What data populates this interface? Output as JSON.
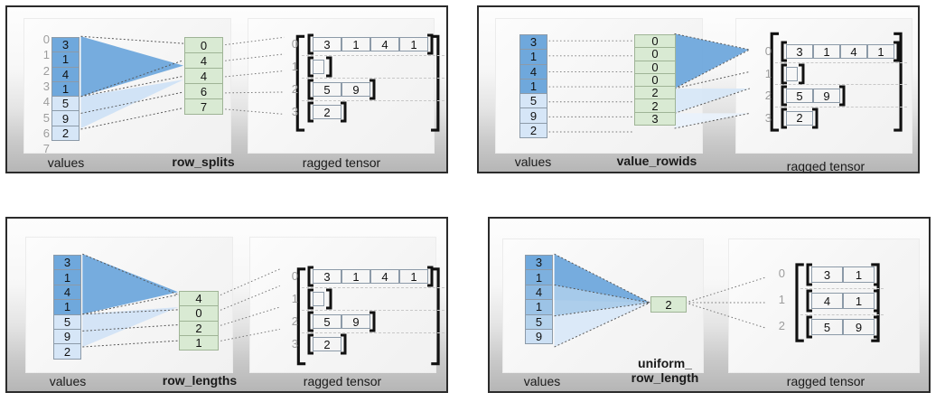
{
  "figure": {
    "caption_values": "values",
    "caption_ragged": "ragged tensor"
  },
  "panels": [
    {
      "id": "row-splits",
      "partition_label": "row_splits",
      "values_label": "values",
      "ragged_label": "ragged tensor",
      "values": [
        3,
        1,
        4,
        1,
        5,
        9,
        2
      ],
      "value_shades": [
        "dark",
        "dark",
        "dark",
        "dark",
        "light",
        "light",
        "light"
      ],
      "value_index_labels": [
        "0",
        "1",
        "2",
        "3",
        "4",
        "5",
        "6",
        "7"
      ],
      "partition_values": [
        0,
        4,
        4,
        6,
        7
      ],
      "ragged_rows": [
        {
          "index": "0",
          "cells": [
            3,
            1,
            4,
            1
          ],
          "shade": "dark"
        },
        {
          "index": "1",
          "cells": [],
          "shade": "light"
        },
        {
          "index": "2",
          "cells": [
            5,
            9
          ],
          "shade": "light"
        },
        {
          "index": "3",
          "cells": [
            2
          ],
          "shade": "light"
        }
      ]
    },
    {
      "id": "value-rowids",
      "partition_label": "value_rowids",
      "values_label": "values",
      "ragged_label": "ragged tensor",
      "values": [
        3,
        1,
        4,
        1,
        5,
        9,
        2
      ],
      "value_shades": [
        "dark",
        "dark",
        "dark",
        "dark",
        "light",
        "light",
        "light"
      ],
      "value_index_labels": [],
      "partition_values": [
        0,
        0,
        0,
        0,
        2,
        2,
        3
      ],
      "ragged_rows": [
        {
          "index": "0",
          "cells": [
            3,
            1,
            4,
            1
          ],
          "shade": "dark"
        },
        {
          "index": "1",
          "cells": [],
          "shade": "light"
        },
        {
          "index": "2",
          "cells": [
            5,
            9
          ],
          "shade": "light"
        },
        {
          "index": "3",
          "cells": [
            2
          ],
          "shade": "light"
        }
      ]
    },
    {
      "id": "row-lengths",
      "partition_label": "row_lengths",
      "values_label": "values",
      "ragged_label": "ragged tensor",
      "values": [
        3,
        1,
        4,
        1,
        5,
        9,
        2
      ],
      "value_shades": [
        "dark",
        "dark",
        "dark",
        "dark",
        "light",
        "light",
        "light"
      ],
      "value_index_labels": [],
      "partition_values": [
        4,
        0,
        2,
        1
      ],
      "ragged_rows": [
        {
          "index": "0",
          "cells": [
            3,
            1,
            4,
            1
          ],
          "shade": "dark"
        },
        {
          "index": "1",
          "cells": [],
          "shade": "light"
        },
        {
          "index": "2",
          "cells": [
            5,
            9
          ],
          "shade": "light"
        },
        {
          "index": "3",
          "cells": [
            2
          ],
          "shade": "light"
        }
      ]
    },
    {
      "id": "uniform-row-length",
      "partition_label": "uniform_\nrow_length",
      "values_label": "values",
      "ragged_label": "ragged tensor",
      "values": [
        3,
        1,
        4,
        1,
        5,
        9
      ],
      "value_shades": [
        "v0",
        "v1",
        "v2",
        "v3",
        "v4",
        "v5"
      ],
      "value_index_labels": [],
      "partition_values": [
        2
      ],
      "ragged_rows": [
        {
          "index": "0",
          "cells": [
            3,
            1
          ],
          "shade": "v0"
        },
        {
          "index": "1",
          "cells": [
            4,
            1
          ],
          "shade": "v2"
        },
        {
          "index": "2",
          "cells": [
            5,
            9
          ],
          "shade": "v4"
        }
      ]
    }
  ],
  "colors": {
    "value_dark": "#6fa8dc",
    "value_light": "#d6e6f7",
    "partition_green": "#d9ead3",
    "cell_border": "#8c9aa8",
    "index_gray": "#9d9d9d",
    "panel_border": "#2b2b2b",
    "bracket_black": "#111111",
    "separator": "#c8c8c8"
  }
}
